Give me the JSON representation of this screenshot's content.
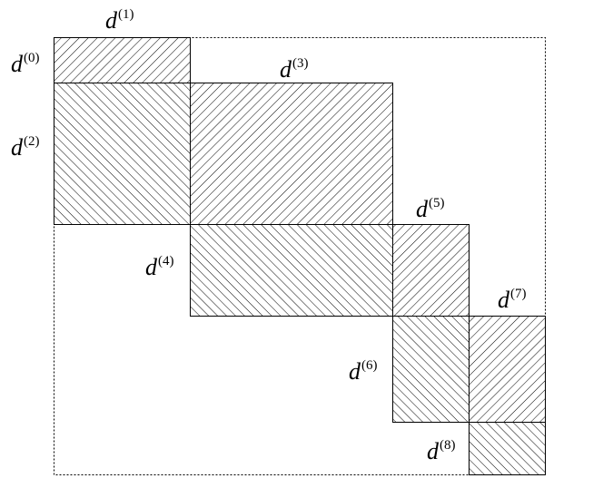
{
  "blocks": [
    {
      "id": "d0",
      "symbol": "d",
      "sup": "(0)",
      "hatch": "forward"
    },
    {
      "id": "d1",
      "symbol": "d",
      "sup": "(1)",
      "hatch": "forward"
    },
    {
      "id": "d2",
      "symbol": "d",
      "sup": "(2)",
      "hatch": "backward"
    },
    {
      "id": "d3",
      "symbol": "d",
      "sup": "(3)",
      "hatch": "forward"
    },
    {
      "id": "d4",
      "symbol": "d",
      "sup": "(4)",
      "hatch": "backward"
    },
    {
      "id": "d5",
      "symbol": "d",
      "sup": "(5)",
      "hatch": "forward"
    },
    {
      "id": "d6",
      "symbol": "d",
      "sup": "(6)",
      "hatch": "backward"
    },
    {
      "id": "d7",
      "symbol": "d",
      "sup": "(7)",
      "hatch": "forward"
    },
    {
      "id": "d8",
      "symbol": "d",
      "sup": "(8)",
      "hatch": "backward"
    }
  ],
  "colors": {
    "line": "#000000",
    "background": "#ffffff"
  }
}
